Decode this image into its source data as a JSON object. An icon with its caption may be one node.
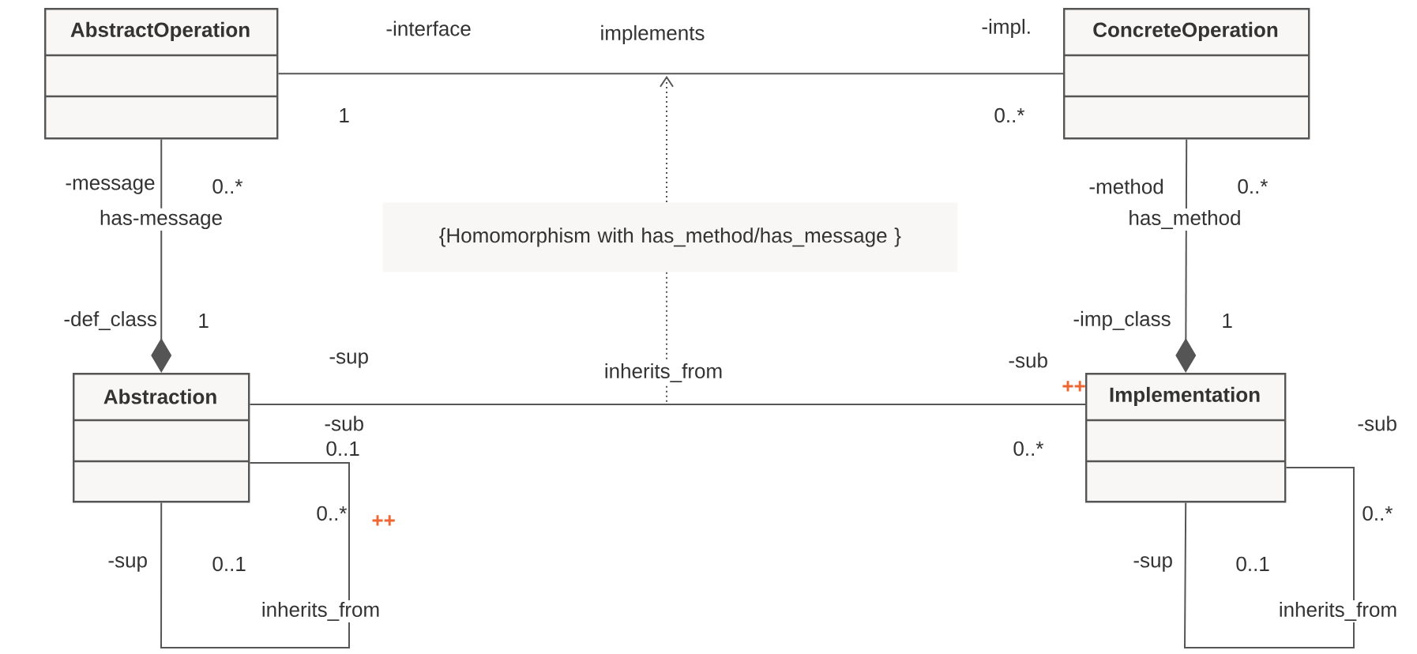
{
  "diagram": {
    "nodes": [
      {
        "text": [
          "AbstractOperation"
        ]
      },
      {
        "text": [
          "ConcreteOperation"
        ]
      },
      {
        "text": [
          "Abstraction"
        ]
      },
      {
        "text": [
          "Implementation"
        ]
      },
      {
        "text": [
          "{Homomorphism with has_method/has_message }"
        ]
      }
    ],
    "edges": [
      {
        "from": 0,
        "to": 1,
        "arrow": "none",
        "label": "implements"
      },
      {
        "from": 0,
        "to": 2,
        "arrow": "other",
        "label": "has-message"
      },
      {
        "from": 1,
        "to": 3,
        "arrow": "other",
        "label": "has_method"
      },
      {
        "from": 2,
        "to": 3,
        "arrow": "none",
        "label": "inherits_from"
      },
      {
        "from": 2,
        "to": 2,
        "arrow": "none",
        "label": "inherits_from"
      },
      {
        "from": 3,
        "to": 3,
        "arrow": "none",
        "label": "inherits_from"
      },
      {
        "from": 4,
        "to": null,
        "arrow": "to",
        "style": "dashed"
      },
      {
        "from": 4,
        "to": null,
        "arrow": "none",
        "style": "dashed"
      }
    ],
    "labels": [
      "-interface",
      "-impl.",
      "1",
      "0..*",
      "-message",
      "0..*",
      "-method",
      "0..*",
      "-def_class",
      "1",
      "-imp_class",
      "1",
      "-sup",
      "-sub",
      "++",
      "-sub",
      "-sub",
      "0..1",
      "0..*",
      "0..*",
      "++",
      "0..*",
      "-sup",
      "0..1",
      "-sup",
      "0..1"
    ]
  }
}
